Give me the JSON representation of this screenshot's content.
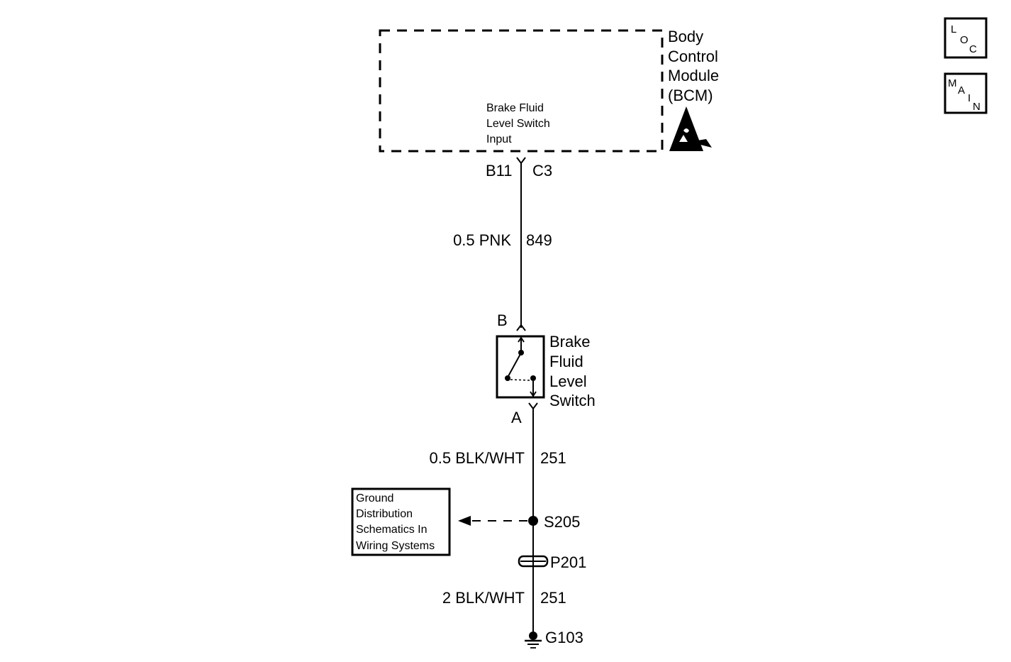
{
  "bcm": {
    "name_lines": [
      "Body",
      "Control",
      "Module",
      "(BCM)"
    ],
    "input_lines": [
      "Brake Fluid",
      "Level Switch",
      "Input"
    ],
    "pin": "B11",
    "connector": "C3"
  },
  "wire_upper": {
    "gauge_color": "0.5 PNK",
    "circuit": "849"
  },
  "switch": {
    "pin_top": "B",
    "pin_bottom": "A",
    "name_lines": [
      "Brake",
      "Fluid",
      "Level",
      "Switch"
    ]
  },
  "wire_middle": {
    "gauge_color": "0.5 BLK/WHT",
    "circuit": "251"
  },
  "splice": {
    "id": "S205"
  },
  "ground_ref_lines": [
    "Ground",
    "Distribution",
    "Schematics In",
    "Wiring Systems"
  ],
  "pass_through": {
    "id": "P201"
  },
  "wire_lower": {
    "gauge_color": "2 BLK/WHT",
    "circuit": "251"
  },
  "ground": {
    "id": "G103"
  },
  "nav": {
    "loc": [
      "L",
      "O",
      "C"
    ],
    "main": [
      "M",
      "A",
      "I",
      "N"
    ]
  }
}
